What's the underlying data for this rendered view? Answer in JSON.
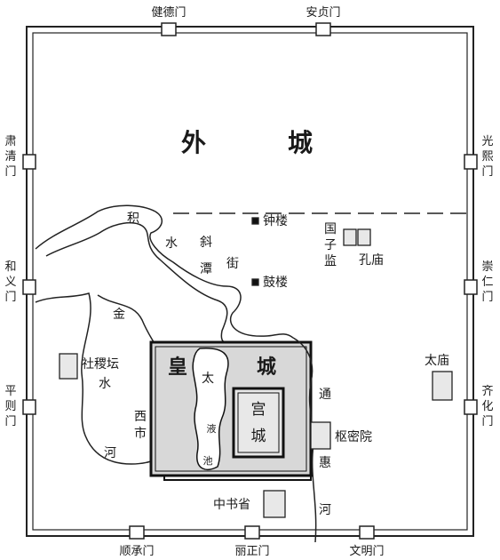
{
  "gates": {
    "top_left": "健德门",
    "top_right": "安贞门",
    "bottom_left": "顺承门",
    "bottom_mid": "丽正门",
    "bottom_right": "文明门",
    "left_1": [
      "肃",
      "清",
      "门"
    ],
    "left_2": [
      "和",
      "义",
      "门"
    ],
    "left_3": [
      "平",
      "则",
      "门"
    ],
    "right_1": [
      "光",
      "熙",
      "门"
    ],
    "right_2": [
      "崇",
      "仁",
      "门"
    ],
    "right_3": [
      "齐",
      "化",
      "门"
    ]
  },
  "regions": {
    "outer_city": [
      "外",
      "城"
    ],
    "imperial_city": [
      "皇",
      "城"
    ],
    "palace_city": [
      "宫",
      "城"
    ]
  },
  "places": {
    "bell_tower": "钟楼",
    "drum_tower": "鼓楼",
    "guozijian": [
      "国",
      "子",
      "监"
    ],
    "confucius_temple": "孔庙",
    "sheji_altar": "社稷坛",
    "taimiao": "太庙",
    "shumiyuan": "枢密院",
    "zhongshusheng": "中书省",
    "xishi": [
      "西",
      "市"
    ]
  },
  "water": {
    "jishuitan": [
      "积",
      "水",
      "潭"
    ],
    "xiejie": [
      "斜",
      "街"
    ],
    "jinshuihe": [
      "金",
      "水",
      "河"
    ],
    "taiye": [
      "太",
      "液",
      "池"
    ],
    "tonghuihe": [
      "通",
      "惠",
      "河"
    ]
  }
}
